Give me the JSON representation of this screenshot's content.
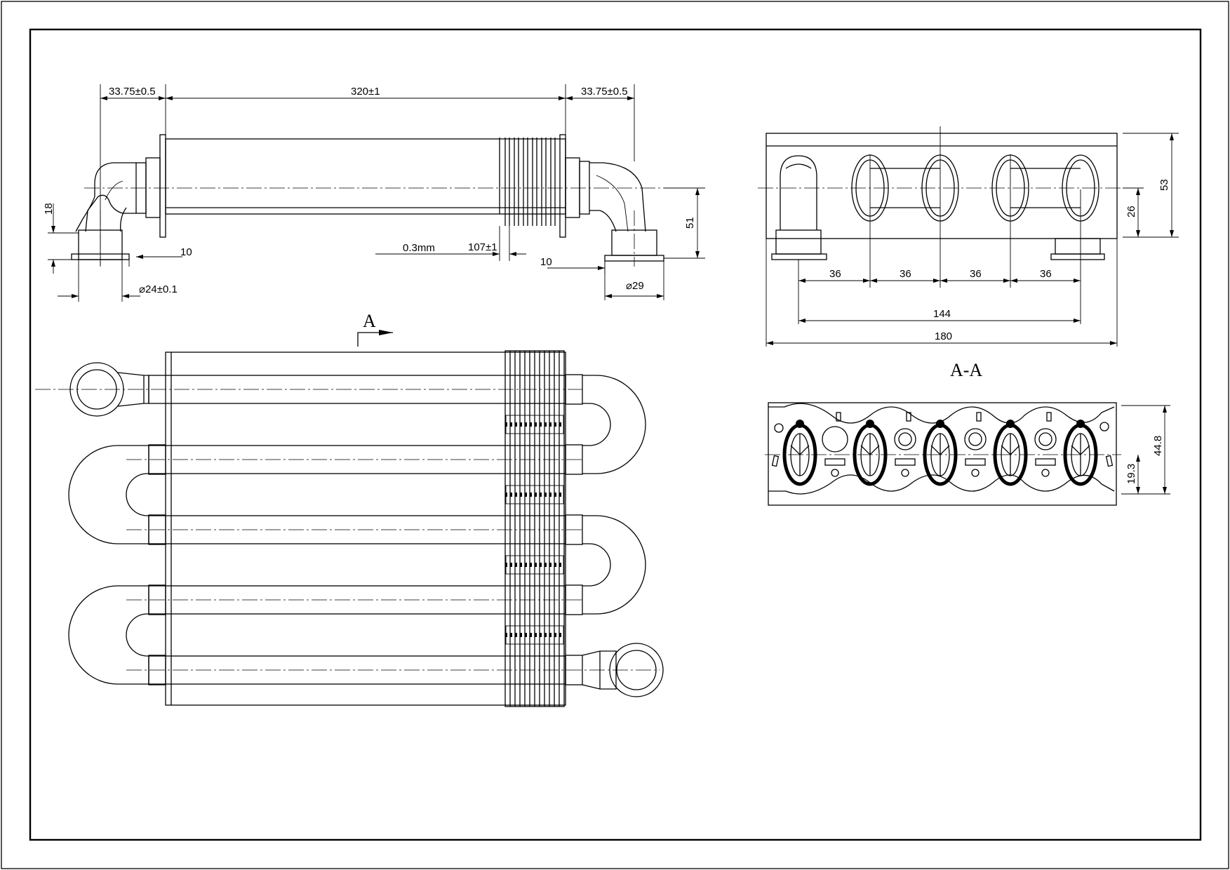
{
  "top_view": {
    "dim_left_offset": "33.75±0.5",
    "dim_length": "320±1",
    "dim_right_offset": "33.75±0.5",
    "dim_height_left": "18",
    "dim_flange_left": "10",
    "dim_diameter_left": "⌀24±0.1",
    "dim_fin_thickness": "0.3mm",
    "dim_fin_length": "107±1",
    "dim_flange_right": "10",
    "dim_diameter_right": "⌀29",
    "dim_height_right": "51"
  },
  "section_marker": {
    "label": "A"
  },
  "end_view": {
    "dim_pitch_1": "36",
    "dim_pitch_2": "36",
    "dim_pitch_3": "36",
    "dim_pitch_4": "36",
    "dim_span": "144",
    "dim_total": "180",
    "dim_height": "53",
    "dim_center": "26"
  },
  "section_view": {
    "title": "A-A",
    "dim_height": "44.8",
    "dim_center": "19.3"
  }
}
